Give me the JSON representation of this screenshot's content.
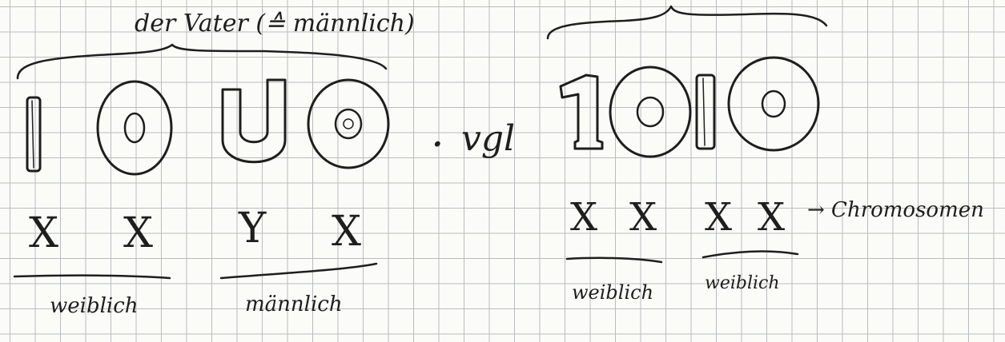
{
  "note": {
    "father_label": "der Vater (≙ männlich)",
    "compare": "vgl",
    "dot": ".",
    "left_group": {
      "chromosomes": [
        "X",
        "X",
        "Y",
        "X"
      ],
      "labels": [
        "weiblich",
        "männlich"
      ]
    },
    "right_group": {
      "chromosomes": [
        "X",
        "X",
        "X",
        "X"
      ],
      "labels": [
        "weiblich",
        "weiblich"
      ]
    },
    "chromosome_note": "→ Chromosomen"
  }
}
